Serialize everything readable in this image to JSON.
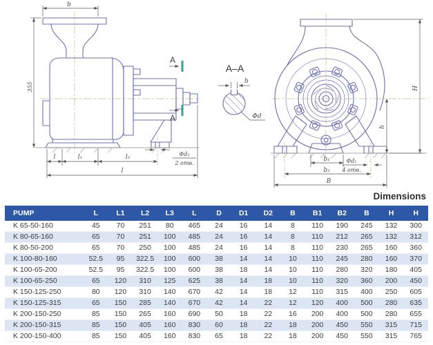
{
  "heading": "Dimensions",
  "colors": {
    "table_header_bg": "#2d58a8",
    "table_alt_row_bg": "#dbe5f3",
    "drawing_line": "#6b6fb5",
    "centerline": "#c9bd85",
    "section_mark": "#2fa29b"
  },
  "drawing": {
    "side": {
      "top_width": "b",
      "height": "355",
      "l": "l",
      "l1": "l₁",
      "l2": "l₂",
      "l_total": "l",
      "hole_dia": "Φd₂",
      "hole_count": "2 отв.",
      "section_letter": "A"
    },
    "section": {
      "title": "A–A",
      "key_width": "b",
      "dia": "Φd"
    },
    "front": {
      "height_total": "H",
      "height_axis": "h",
      "foot_width": "b₁",
      "foot_span": "b₂",
      "width_total": "B",
      "hole_dia": "Φd₁",
      "hole_count": "4 отв."
    }
  },
  "table": {
    "columns": [
      "PUMP",
      "L",
      "L1",
      "L2",
      "L3",
      "L",
      "D",
      "D1",
      "D2",
      "B",
      "B1",
      "B2",
      "B",
      "H",
      "H"
    ],
    "rows": [
      [
        "K 65-50-160",
        "45",
        "70",
        "251",
        "80",
        "465",
        "24",
        "16",
        "14",
        "8",
        "110",
        "190",
        "245",
        "132",
        "300"
      ],
      [
        "K 80-65-160",
        "65",
        "70",
        "251",
        "100",
        "485",
        "24",
        "16",
        "14",
        "8",
        "110",
        "212",
        "265",
        "132",
        "312"
      ],
      [
        "K 80-50-200",
        "65",
        "70",
        "250",
        "100",
        "485",
        "24",
        "16",
        "14",
        "8",
        "110",
        "230",
        "265",
        "160",
        "360"
      ],
      [
        "K 100-80-160",
        "52.5",
        "95",
        "322.5",
        "100",
        "600",
        "38",
        "14",
        "14",
        "10",
        "110",
        "245",
        "280",
        "160",
        "370"
      ],
      [
        "K 100-65-200",
        "52.5",
        "95",
        "322.5",
        "100",
        "600",
        "38",
        "18",
        "14",
        "10",
        "110",
        "280",
        "320",
        "180",
        "405"
      ],
      [
        "K 100-65-250",
        "65",
        "120",
        "310",
        "125",
        "625",
        "38",
        "14",
        "18",
        "10",
        "110",
        "320",
        "360",
        "200",
        "450"
      ],
      [
        "K 150-125-250",
        "80",
        "120",
        "310",
        "140",
        "670",
        "42",
        "14",
        "18",
        "12",
        "110",
        "315",
        "400",
        "250",
        "605"
      ],
      [
        "K 150-125-315",
        "65",
        "150",
        "285",
        "140",
        "670",
        "42",
        "14",
        "22",
        "12",
        "120",
        "400",
        "500",
        "280",
        "635"
      ],
      [
        "K 200-150-250",
        "85",
        "150",
        "265",
        "160",
        "690",
        "50",
        "18",
        "22",
        "16",
        "200",
        "400",
        "500",
        "280",
        "655"
      ],
      [
        "K 200-150-315",
        "85",
        "150",
        "405",
        "160",
        "830",
        "60",
        "18",
        "22",
        "18",
        "200",
        "450",
        "550",
        "315",
        "715"
      ],
      [
        "K 200-150-400",
        "85",
        "150",
        "405",
        "160",
        "830",
        "65",
        "18",
        "22",
        "18",
        "200",
        "450",
        "550",
        "315",
        "765"
      ]
    ]
  }
}
